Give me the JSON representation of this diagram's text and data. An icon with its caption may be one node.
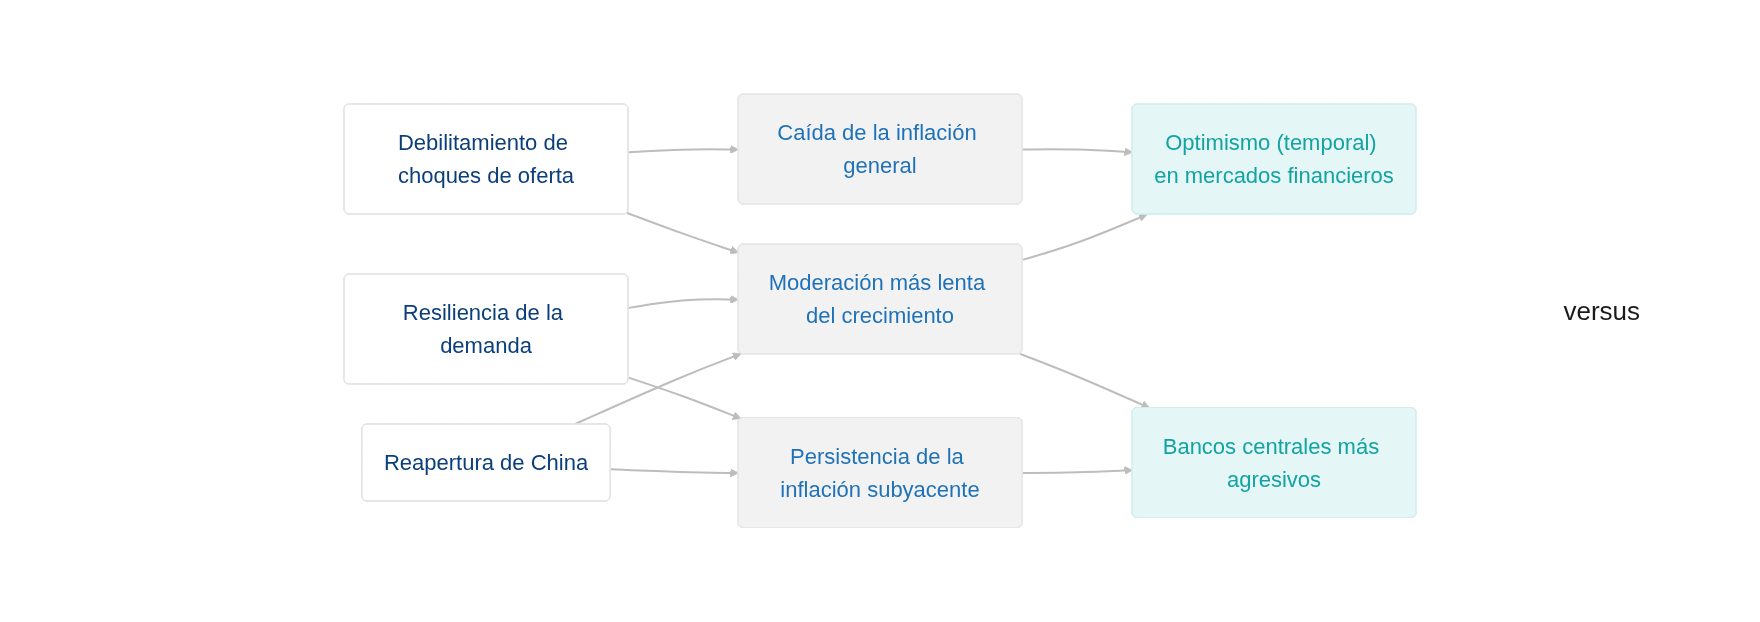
{
  "diagram": {
    "nodes": [
      {
        "text": [
          "Debilitamiento de choques de oferta"
        ]
      },
      {
        "text": [
          "Resiliencia de la demanda"
        ]
      },
      {
        "text": [
          "Reapertura de China"
        ]
      },
      {
        "text": [
          "Caída de la inflación general"
        ]
      },
      {
        "text": [
          "Moderación más lenta del crecimiento"
        ]
      },
      {
        "text": [
          "Persistencia de la inflación subyacente"
        ]
      },
      {
        "text": [
          "Optimismo (temporal) en mercados financieros"
        ]
      },
      {
        "text": [
          "Bancos centrales más agresivos"
        ]
      }
    ],
    "edges": [
      {
        "from": 0,
        "to": 3,
        "arrow": "to"
      },
      {
        "from": 0,
        "to": 4,
        "arrow": "to"
      },
      {
        "from": 1,
        "to": 4,
        "arrow": "to"
      },
      {
        "from": 1,
        "to": 5,
        "arrow": "to"
      },
      {
        "from": 2,
        "to": 4,
        "arrow": "to"
      },
      {
        "from": 2,
        "to": 5,
        "arrow": "to"
      },
      {
        "from": 3,
        "to": 6,
        "arrow": "to"
      },
      {
        "from": 4,
        "to": 6,
        "arrow": "to"
      },
      {
        "from": 4,
        "to": 7,
        "arrow": "to"
      },
      {
        "from": 5,
        "to": 7,
        "arrow": "to"
      }
    ],
    "labels": [
      "versus"
    ]
  }
}
